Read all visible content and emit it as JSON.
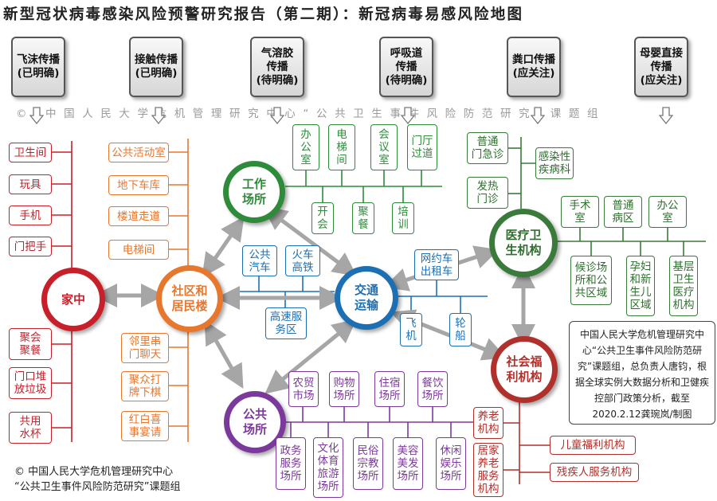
{
  "title": "新型冠状病毒感染风险预警研究报告（第二期）：新冠病毒易感风险地图",
  "routes": [
    {
      "label": "飞沫传播\n(已明确)"
    },
    {
      "label": "接触传播\n(已明确)"
    },
    {
      "label": "气溶胶\n传播\n(待明确)"
    },
    {
      "label": "呼吸道\n传播\n(待明确)"
    },
    {
      "label": "粪口传播\n(应关注)"
    },
    {
      "label": "母婴直接\n传播\n(应关注)"
    }
  ],
  "watermark": "© 中国人民大学危机管理研究中心“公共卫生事件风险防范研究”课题组",
  "hubs": {
    "home": "家中",
    "community": "社区和\n居民楼",
    "work": "工作\n场所",
    "transport": "交通\n运输",
    "public": "公共\n场所",
    "medical": "医疗卫\n生机构",
    "welfare": "社会福\n利机构"
  },
  "home_top": [
    "卫生间",
    "玩具",
    "手机",
    "门把手"
  ],
  "home_bottom": [
    "聚会\n聚餐",
    "门口堆\n放垃圾",
    "共用\n水杯"
  ],
  "community_top": [
    "公共活动室",
    "地下车库",
    "楼道走道",
    "电梯间"
  ],
  "community_bottom": [
    "邻里串\n门聊天",
    "聚众打\n牌下棋",
    "红白喜\n事宴请"
  ],
  "work_top": [
    "办\n公\n室",
    "电\n梯\n间",
    "会\n议\n室",
    "门厅\n过道"
  ],
  "work_bottom": [
    "开\n会",
    "聚\n餐",
    "培\n训"
  ],
  "transport_items": [
    "公共\n汽车",
    "火车\n高铁",
    "高速服\n务区",
    "网约车\n出租车",
    "飞\n机",
    "轮\n船"
  ],
  "public_top": [
    "农贸\n市场",
    "购物\n场所",
    "住宿\n场所",
    "餐饮\n场所"
  ],
  "public_bottom": [
    "政务\n服务\n场所",
    "文化\n体育\n旅游\n场所",
    "民俗\n宗教\n场所",
    "美容\n美发\n场所",
    "休闲\n娱乐\n场所"
  ],
  "medical_left": [
    "普通\n门急诊",
    "发热\n门诊"
  ],
  "medical_right": "感染性\n疾病科",
  "medical_top": [
    "手术\n室",
    "普通\n病区",
    "办公\n室"
  ],
  "medical_bottom": [
    "候诊场\n所和公\n共区域",
    "孕妇\n和新\n生儿\n区域",
    "基层\n卫生\n医疗\n机构"
  ],
  "welfare_left": [
    "养老\n机构",
    "居家\n养老\n服务\n机构"
  ],
  "welfare_right": [
    "儿童福利机构",
    "残疾人服务机构"
  ],
  "note": "中国人民大学危机管理研究中心“公共卫生事件风险防范研究”课题组，总负责人唐钧，根据全球实例大数据分析和卫健疾控部门政策分析，截至2020.2.12龚琬岚/制图",
  "credit_line1": "© 中国人民大学危机管理研究中心",
  "credit_line2": "“公共卫生事件风险防范研究”课题组",
  "colors": {
    "home": "#c8202a",
    "community": "#e8772e",
    "work": "#2e8b3a",
    "transport": "#1d6fb4",
    "public": "#7b3a9b",
    "medical": "#3a7a3a",
    "welfare": "#b0302c"
  }
}
